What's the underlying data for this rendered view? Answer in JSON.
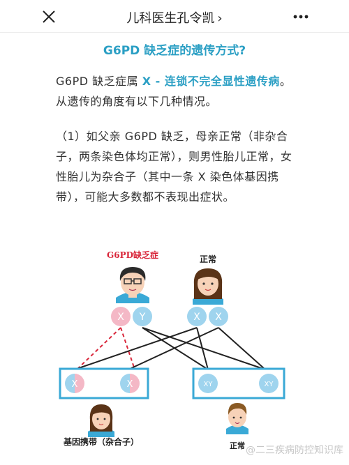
{
  "nav": {
    "title": "儿科医生孔令凯",
    "chevron": "›",
    "close_icon": "close-icon",
    "more_icon": "more-icon"
  },
  "article": {
    "title": "G6PD 缺乏症的遗传方式?",
    "p1_lead": "G6PD 缺乏症属 ",
    "p1_highlight": "X - 连锁不完全显性遗传病",
    "p1_tail": "。从遗传的角度有以下几种情况。",
    "p2": "（1）如父亲 G6PD 缺乏，母亲正常（非杂合子，两条染色体均正常），则男性胎儿正常，女性胎儿为杂合子（其中一条 X 染色体基因携带），可能大多数都不表现出症状。"
  },
  "diagram": {
    "father_label": "G6PD缺乏症",
    "mother_label": "正常",
    "girl_label": "基因携带（杂合子）",
    "boy_label": "正常",
    "x": "X",
    "y": "Y",
    "xy": "XY",
    "watermark": "@二三疾病防控知识库"
  },
  "colors": {
    "accent": "#2b9fc4",
    "affected_red": "#d9263a",
    "x_red_fill": "#f4b8c6",
    "x_blue_fill": "#9fd4ee",
    "box_blue": "#3aa9d6"
  }
}
